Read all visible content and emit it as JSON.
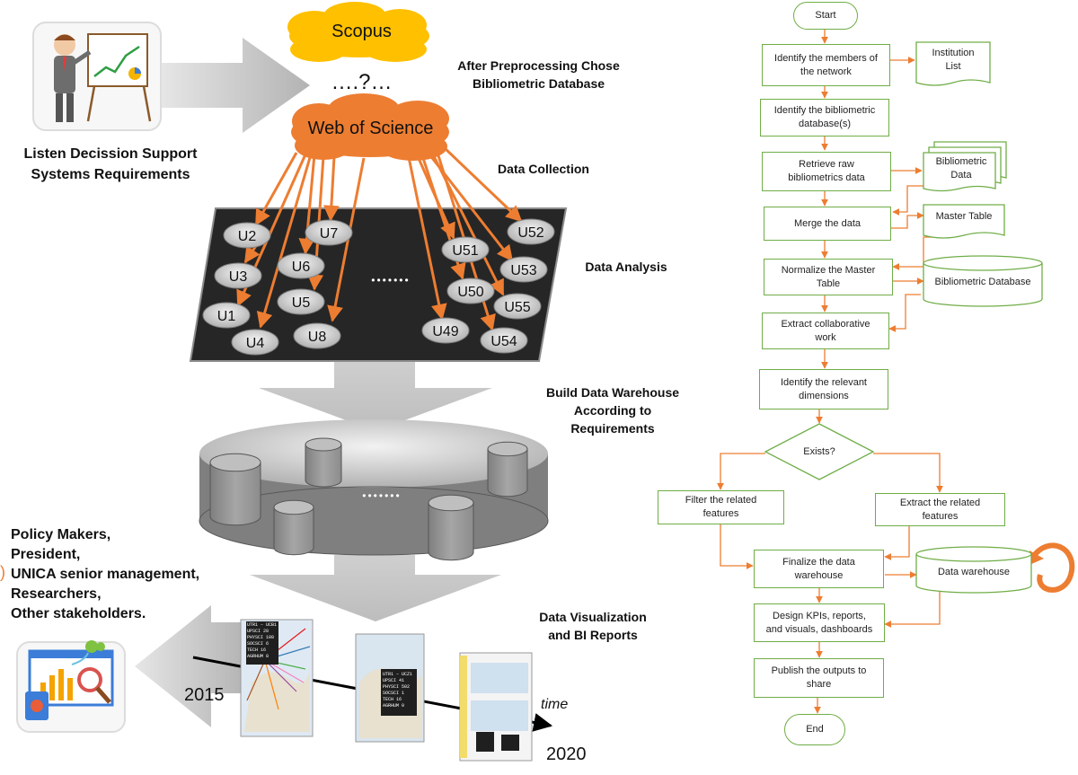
{
  "process": {
    "step_listen": [
      "Listen Decission Support",
      "Systems Requirements"
    ],
    "step_choose": [
      "After Preprocessing Chose",
      "Bibliometric Database"
    ],
    "db_scopus": "Scopus",
    "db_wos": "Web of Science",
    "db_question": "….?…",
    "step_collection": "Data Collection",
    "step_analysis": "Data Analysis",
    "step_warehouse": [
      "Build Data Warehouse",
      "According to",
      "Requirements"
    ],
    "step_visualization": [
      "Data Visualization",
      "and BI Reports"
    ],
    "ellipsis": "•••••••"
  },
  "universities": [
    "U2",
    "U7",
    "U3",
    "U6",
    "U5",
    "U1",
    "U4",
    "U8",
    "U51",
    "U52",
    "U53",
    "U50",
    "U55",
    "U49",
    "U54"
  ],
  "stakeholders": [
    "Policy Makers,",
    "President,",
    "UNICA senior management,",
    "Researchers,",
    "Other stakeholders."
  ],
  "timeline": {
    "start": "2015",
    "end": "2020",
    "label": "time"
  },
  "maps": {
    "map1": {
      "title": "UTR1 – UCB1",
      "rows": [
        "UPSCI",
        "PHYSCI",
        "SOCSCI",
        "TECH",
        "AGRHUM"
      ],
      "vals": [
        "28",
        "108",
        "6",
        "16",
        "8"
      ]
    },
    "map2": {
      "title": "UTR1 – UCZ1",
      "rows": [
        "UPSCI",
        "PHYSCI",
        "SOCSCI",
        "TECH",
        "AGRHUM"
      ],
      "vals": [
        "41",
        "502",
        "1",
        "16",
        "0"
      ]
    }
  },
  "flowchart": {
    "start": "Start",
    "s1": [
      "Identify the members of",
      "the network"
    ],
    "institution_list": [
      "Institution",
      "List"
    ],
    "s2": [
      "Identify the bibliometric",
      "database(s)"
    ],
    "s3": [
      "Retrieve raw",
      "bibliometrics data"
    ],
    "bibliometric_data": [
      "Bibliometric",
      "Data"
    ],
    "s4": "Merge the data",
    "master_table": "Master Table",
    "s5": [
      "Normalize the Master",
      "Table"
    ],
    "bibliometric_database": "Bibliometric Database",
    "s6": [
      "Extract collaborative",
      "work"
    ],
    "s7": [
      "Identify the relevant",
      "dimensions"
    ],
    "decision": "Exists?",
    "s8a": [
      "Filter the related",
      "features"
    ],
    "s8b": [
      "Extract the related",
      "features"
    ],
    "s9": [
      "Finalize the data",
      "warehouse"
    ],
    "data_warehouse": "Data warehouse",
    "s10": [
      "Design KPIs, reports,",
      "and visuals, dashboards"
    ],
    "s11": [
      "Publish the outputs to",
      "share"
    ],
    "end": "End"
  },
  "colors": {
    "arrow_orange": "#ed7d31",
    "flow_green": "#70ad47",
    "scopus_yellow": "#ffc000",
    "big_arrow_gray": "#bfbfbf",
    "panel_dark": "#262626"
  }
}
